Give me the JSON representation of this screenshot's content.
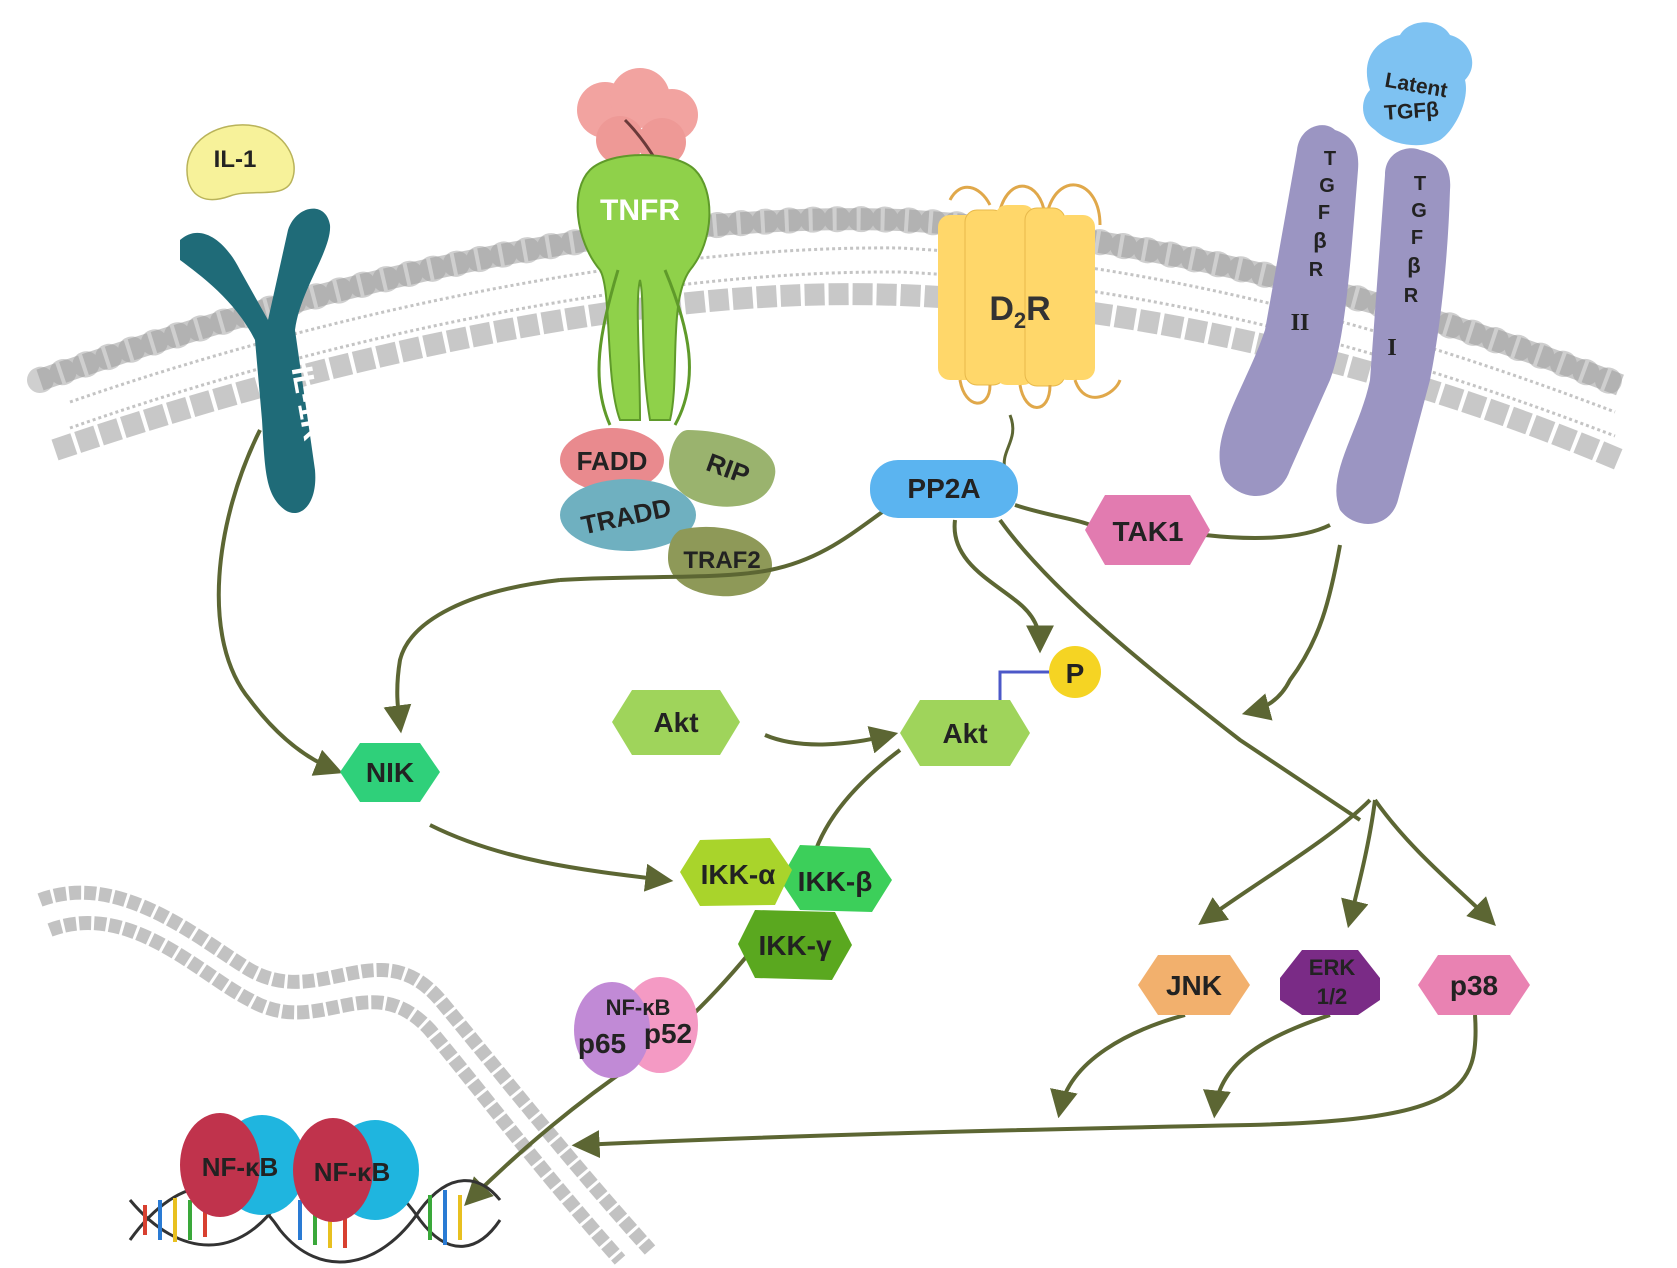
{
  "ligands": {
    "il1": "IL-1",
    "latent_tgfb_line1": "Latent",
    "latent_tgfb_line2": "TGFβ"
  },
  "receptors": {
    "il1r": "IL-1R",
    "tnfr": "TNFR",
    "d2r_main": "D",
    "d2r_sub": "2",
    "d2r_tail": "R",
    "tgfbr2_letters": [
      "T",
      "G",
      "F",
      "β",
      "R"
    ],
    "tgfbr2_numeral": "II",
    "tgfbr1_letters": [
      "T",
      "G",
      "F",
      "β",
      "R"
    ],
    "tgfbr1_numeral": "I"
  },
  "adaptors": {
    "fadd": "FADD",
    "rip": "RIP",
    "tradd": "TRADD",
    "traf2": "TRAF2"
  },
  "kinases": {
    "pp2a": "PP2A",
    "tak1": "TAK1",
    "akt": "Akt",
    "akt_p": "Akt",
    "phospho": "P",
    "nik": "NIK",
    "ikk_a": "IKK-α",
    "ikk_b": "IKK-β",
    "ikk_g": "IKK-γ",
    "jnk": "JNK",
    "erk_line1": "ERK",
    "erk_line2": "1/2",
    "p38": "p38"
  },
  "nfkb": {
    "complex_label": "NF-κB",
    "p65": "p65",
    "p52": "p52",
    "nuclear_1": "NF-κB",
    "nuclear_2": "NF-κB"
  },
  "colors": {
    "arrow": "#5c6633",
    "membrane": "#d6d6d6",
    "il1": "#f7f29a",
    "il1r": "#1f6b78",
    "tnfr": "#8fd14a",
    "tnf": "#f2a3a0",
    "d2r": "#ffd76a",
    "d2r_loop": "#e0a84a",
    "tgfbr": "#9b95c2",
    "latent_tgfb": "#7ec2f2",
    "pp2a": "#5bb4f0",
    "tak1": "#e27bb0",
    "akt": "#9fd45b",
    "phospho": "#f5d423",
    "nik": "#2fd07a",
    "ikk_a": "#a9d42b",
    "ikk_b": "#3ccf5a",
    "ikk_g": "#5aa81f",
    "jnk": "#f2b06d",
    "erk": "#7a2b86",
    "p38": "#e982b2",
    "p65": "#c18ad6",
    "p52": "#f49ac4",
    "nfkb_red": "#c0334c",
    "nfkb_blue": "#1fb5df"
  }
}
